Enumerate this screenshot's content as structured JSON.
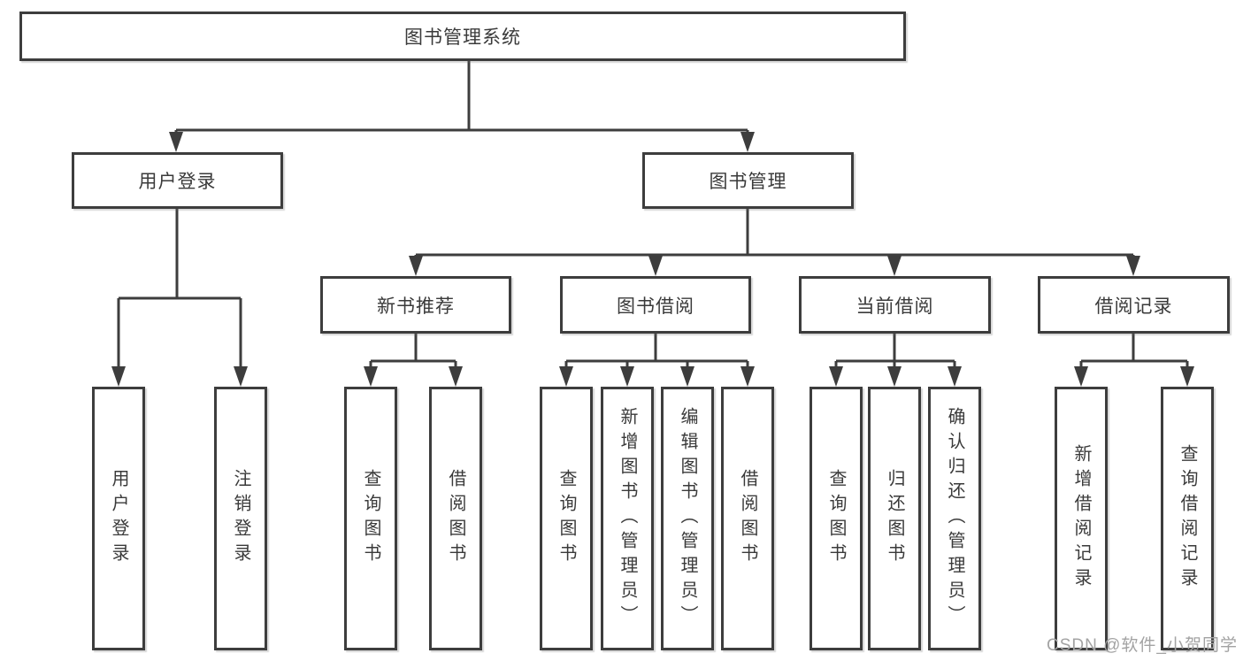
{
  "diagram": {
    "root": {
      "label": "图书管理系统"
    },
    "branches": [
      {
        "label": "用户登录",
        "children": [
          {
            "label": "用户登录"
          },
          {
            "label": "注销登录"
          }
        ]
      },
      {
        "label": "图书管理",
        "children": [
          {
            "label": "新书推荐",
            "children": [
              {
                "label": "查询图书"
              },
              {
                "label": "借阅图书"
              }
            ]
          },
          {
            "label": "图书借阅",
            "children": [
              {
                "label": "查询图书"
              },
              {
                "label": "新增图书（管理员）"
              },
              {
                "label": "编辑图书（管理员）"
              },
              {
                "label": "借阅图书"
              }
            ]
          },
          {
            "label": "当前借阅",
            "children": [
              {
                "label": "查询图书"
              },
              {
                "label": "归还图书"
              },
              {
                "label": "确认归还（管理员）"
              }
            ]
          },
          {
            "label": "借阅记录",
            "children": [
              {
                "label": "新增借阅记录"
              },
              {
                "label": "查询借阅记录"
              }
            ]
          }
        ]
      }
    ]
  },
  "watermark": {
    "text": "CSDN @软件_小贺同学"
  },
  "colors": {
    "line": "#3d3d3d",
    "text": "#3a3a3a",
    "watermark": "#a3a3a3"
  }
}
